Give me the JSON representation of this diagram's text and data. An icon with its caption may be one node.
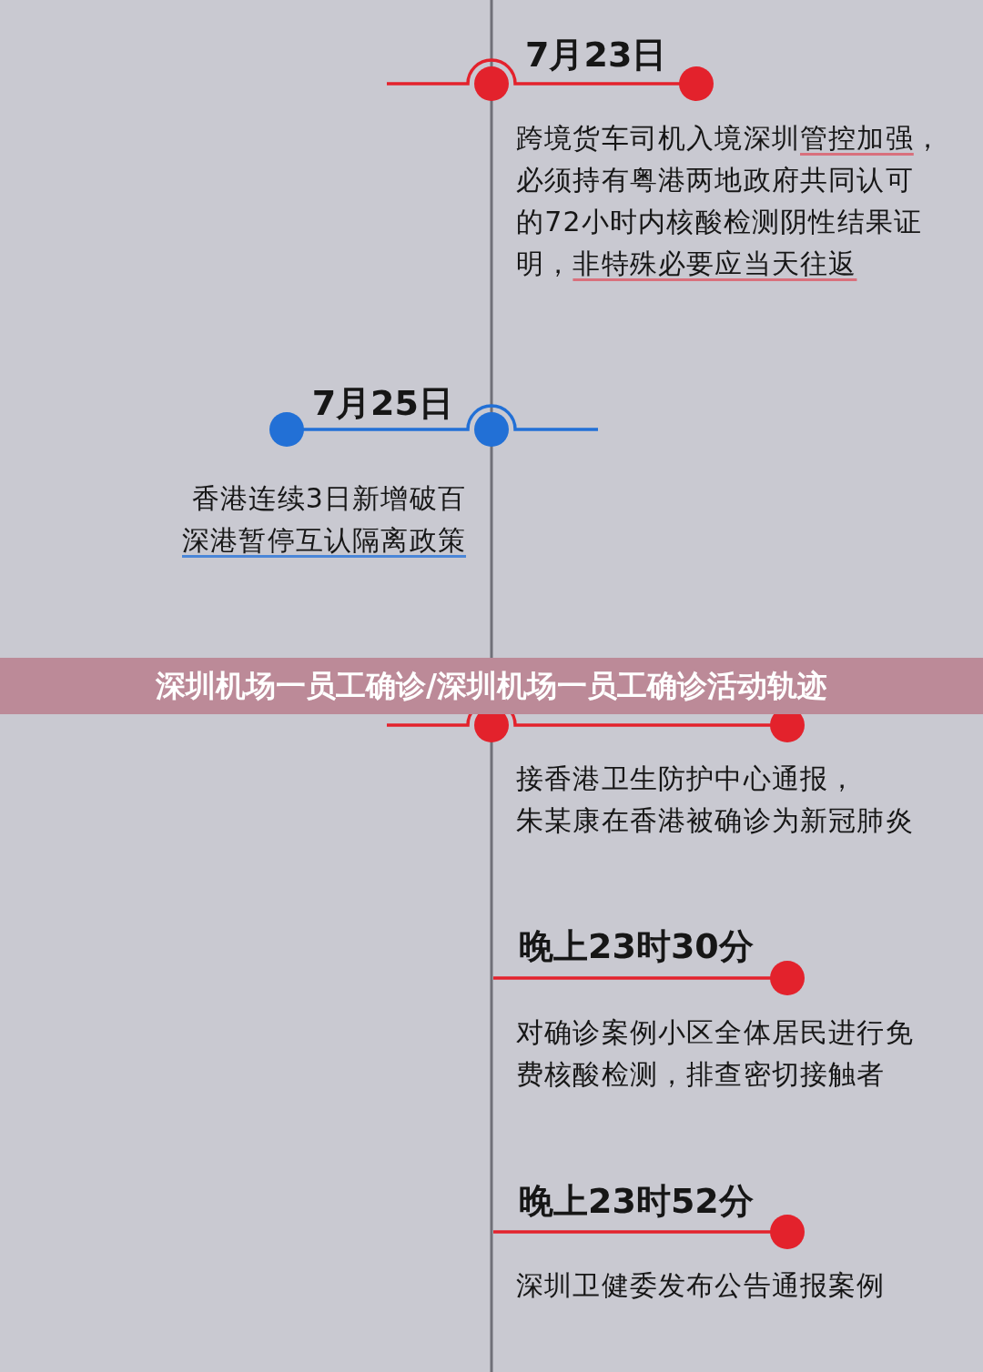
{
  "diagram": {
    "title": "深圳机场一员工确诊/深圳机场一员工确诊活动轨迹",
    "labels": [
      "7月23日",
      "跨境货车司机入境深圳管控加强，必须持有粤港两地政府共同认可的72小时内核酸检测阴性结果证明，非特殊必要应当天往返",
      "7月25日",
      "香港连续3日新增破百深港暂停互认隔离政策",
      "接香港卫生防护中心通报，朱某康在香港被确诊为新冠肺炎",
      "晚上23时30分",
      "对确诊案例小区全体居民进行免费核酸检测，排查密切接触者",
      "晚上23时52分",
      "深圳卫健委发布公告通报案例"
    ]
  }
}
